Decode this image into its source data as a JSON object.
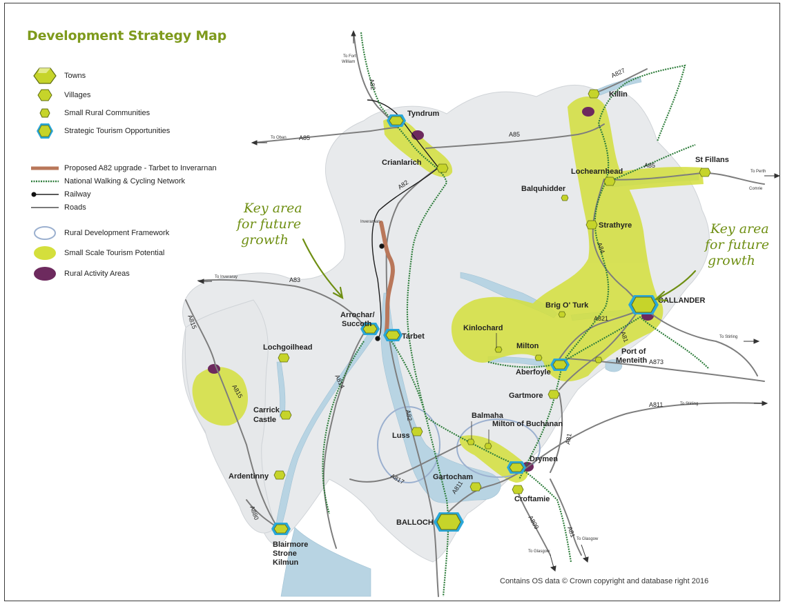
{
  "title": "Development Strategy Map",
  "credit": "Contains OS data © Crown copyright and database right 2016",
  "growth_note": [
    "Key area",
    "for future",
    "growth"
  ],
  "colors": {
    "title_green": "#7e9a1c",
    "settlement_fill": "#c6d42a",
    "tourism_area": "#d4df3c",
    "rural_activity": "#6d2a5e",
    "strategic_ring": "#2aa7d9",
    "a82_upgrade": "#b9775a",
    "walking_network": "#2e7d3b",
    "rdf_ring": "#9bb0cf",
    "water": "#b8d4e3"
  },
  "legend": [
    {
      "symbol": "town-hex-icon",
      "label": "Towns"
    },
    {
      "symbol": "village-hex-icon",
      "label": "Villages"
    },
    {
      "symbol": "small-community-hex-icon",
      "label": "Small Rural Communities"
    },
    {
      "symbol": "strategic-tourism-icon",
      "label": "Strategic Tourism Opportunities"
    },
    {
      "symbol": "a82-upgrade-line-icon",
      "label": "Proposed A82 upgrade - Tarbet to Inverarnan"
    },
    {
      "symbol": "walking-cycling-line-icon",
      "label": "National Walking & Cycling Network"
    },
    {
      "symbol": "railway-line-icon",
      "label": "Railway"
    },
    {
      "symbol": "roads-line-icon",
      "label": "Roads"
    },
    {
      "symbol": "rural-framework-ring-icon",
      "label": "Rural Development Framework"
    },
    {
      "symbol": "tourism-potential-blob-icon",
      "label": "Small Scale Tourism Potential"
    },
    {
      "symbol": "rural-activity-blob-icon",
      "label": "Rural Activity Areas"
    }
  ],
  "places": {
    "tyndrum": "Tyndrum",
    "crianlarich": "Crianlarich",
    "killin": "Killin",
    "lochearnhead": "Lochearnhead",
    "st_fillans": "St Fillans",
    "balquhidder": "Balquhidder",
    "strathyre": "Strathyre",
    "callander": "CALLANDER",
    "brig_o_turk": "Brig O' Turk",
    "kinlochard": "Kinlochard",
    "milton": "Milton",
    "aberfoyle": "Aberfoyle",
    "port_of_menteith_1": "Port of",
    "port_of_menteith_2": "Menteith",
    "gartmore": "Gartmore",
    "arrochar_1": "Arrochar/",
    "arrochar_2": "Succoth",
    "tarbet": "Tarbet",
    "lochgoilhead": "Lochgoilhead",
    "carrick_1": "Carrick",
    "carrick_2": "Castle",
    "luss": "Luss",
    "balmaha": "Balmaha",
    "milton_of_buchanan": "Milton of Buchanan",
    "drymen": "Drymen",
    "gartocham": "Gartocham",
    "croftamie": "Croftamie",
    "ardentinny": "Ardentinny",
    "blairmore": "Blairmore",
    "strone": "Strone",
    "kilmun": "Kilmun",
    "balloch": "BALLOCH",
    "inverarnan": "Inverarnan"
  },
  "roads": {
    "a82_north": "A82",
    "a82_mid": "A82",
    "a82_luss": "A82",
    "a827": "A827",
    "a85_west": "A85",
    "a85_mid": "A85",
    "a85_east": "A85",
    "a84": "A84",
    "a83": "A83",
    "a815": "A815",
    "a815b": "A815",
    "a814": "A814",
    "a821": "A821",
    "a81": "A81",
    "a873": "A873",
    "a811": "A811",
    "a81_south": "A81",
    "a817": "A817",
    "a811_south": "A811",
    "a809": "A809",
    "a81_se": "A81",
    "a880": "A880"
  },
  "directions": {
    "fort_william_1": "To Fort",
    "fort_william_2": "William",
    "oban": "To Oban",
    "perth": "To Perth",
    "comrie": "Comrie",
    "inveraray": "To Inveraray",
    "stirling_1": "To Stirling",
    "stirling_2": "To Stirling",
    "glasgow_1": "To Glasgow",
    "glasgow_2": "To Glasgow"
  }
}
